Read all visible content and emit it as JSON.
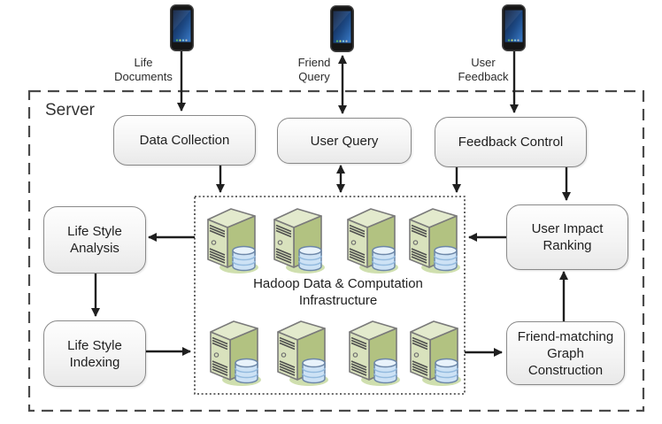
{
  "boundary": {
    "label": "Server"
  },
  "devices": [
    {
      "icon": "smartphone-icon",
      "label": "Life\nDocuments"
    },
    {
      "icon": "smartphone-icon",
      "label": "Friend\nQuery"
    },
    {
      "icon": "smartphone-icon",
      "label": "User\nFeedback"
    }
  ],
  "nodes": {
    "data_collection": {
      "label": "Data Collection"
    },
    "user_query": {
      "label": "User Query"
    },
    "feedback_control": {
      "label": "Feedback Control"
    },
    "life_style_analysis": {
      "label": "Life Style\nAnalysis"
    },
    "life_style_indexing": {
      "label": "Life Style\nIndexing"
    },
    "user_impact_ranking": {
      "label": "User Impact\nRanking"
    },
    "friend_matching_graph_construction": {
      "label": "Friend-matching\nGraph\nConstruction"
    },
    "hadoop_infrastructure": {
      "label": "Hadoop Data & Computation\nInfrastructure"
    }
  },
  "icons": {
    "device_icon": "smartphone-icon",
    "cluster_node_icon": "server-database-icon",
    "cluster_node_count": 8
  },
  "colors": {
    "arrow": "#1f1f1f",
    "dashed_boundary": "#4a4a4a",
    "dotted_cluster_border": "#3a3a3a",
    "box_border": "#8a8a8a",
    "box_fill": "#f2f2f2",
    "server_green": "#b2c281",
    "server_green_light": "#d9e2bd",
    "database_blue": "#cde2f5",
    "phone_screen_blue": "#2e6ebd",
    "background": "#ffffff"
  }
}
